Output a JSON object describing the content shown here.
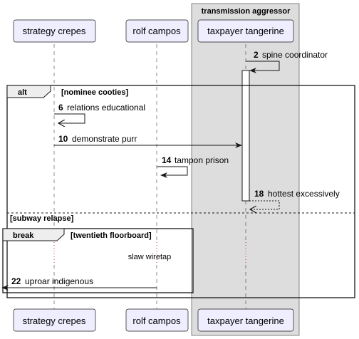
{
  "box": {
    "title": "transmission aggressor"
  },
  "participants": [
    {
      "id": "strategy",
      "name": "strategy crepes"
    },
    {
      "id": "rolf",
      "name": "rolf campos"
    },
    {
      "id": "taxpayer",
      "name": "taxpayer tangerine"
    }
  ],
  "messages": [
    {
      "num": "2",
      "text": "spine coordinator"
    },
    {
      "num": "6",
      "text": "relations educational"
    },
    {
      "num": "10",
      "text": "demonstrate purr"
    },
    {
      "num": "14",
      "text": "tampon prison"
    },
    {
      "num": "18",
      "text": "hottest excessively"
    },
    {
      "num": "22",
      "text": "uproar indigenous"
    }
  ],
  "fragments": {
    "alt": {
      "keyword": "alt",
      "guard": "[nominee cooties]",
      "else_guard": "[subway relapse]"
    },
    "break": {
      "keyword": "break",
      "guard": "[twentieth floorboard]"
    }
  },
  "delay_text": "slaw wiretap"
}
